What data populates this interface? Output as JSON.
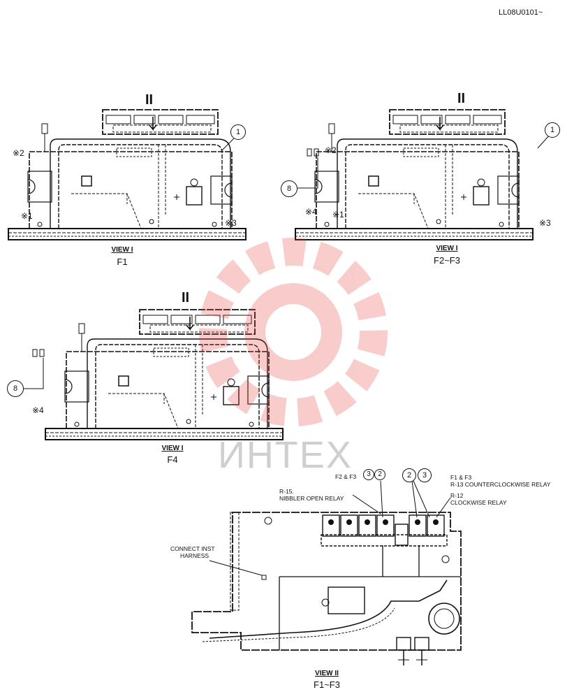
{
  "doc_code": "LL08U0101~",
  "watermark": "ИНТЕХ",
  "view_marker": "II",
  "views": [
    {
      "title": "VIEW I",
      "sub": "F1",
      "callouts": [
        "1"
      ],
      "notes": [
        "※2",
        "※1",
        "※3"
      ]
    },
    {
      "title": "VIEW I",
      "sub": "F2~F3",
      "callouts": [
        "1",
        "8"
      ],
      "notes": [
        "※2",
        "※4",
        "※1",
        "※3"
      ]
    },
    {
      "title": "VIEW I",
      "sub": "F4",
      "callouts": [
        "8"
      ],
      "notes": [
        "※4"
      ]
    },
    {
      "title": "VIEW II",
      "sub": "F1~F3"
    }
  ],
  "relay_labels": {
    "f2f3": "F2 & F3",
    "r15_line1": "R-15.",
    "r15_line2": "NIBBLER OPEN RELAY",
    "f1f3": "F1 & F3",
    "r13": "R-13 COUNTERCLOCKWISE RELAY",
    "r12_line1": "R-12",
    "r12_line2": "CLOCKWISE RELAY",
    "connect_line1": "CONNECT INST",
    "connect_line2": "HARNESS"
  },
  "relay_callouts": [
    "3",
    "2",
    "2",
    "3"
  ]
}
